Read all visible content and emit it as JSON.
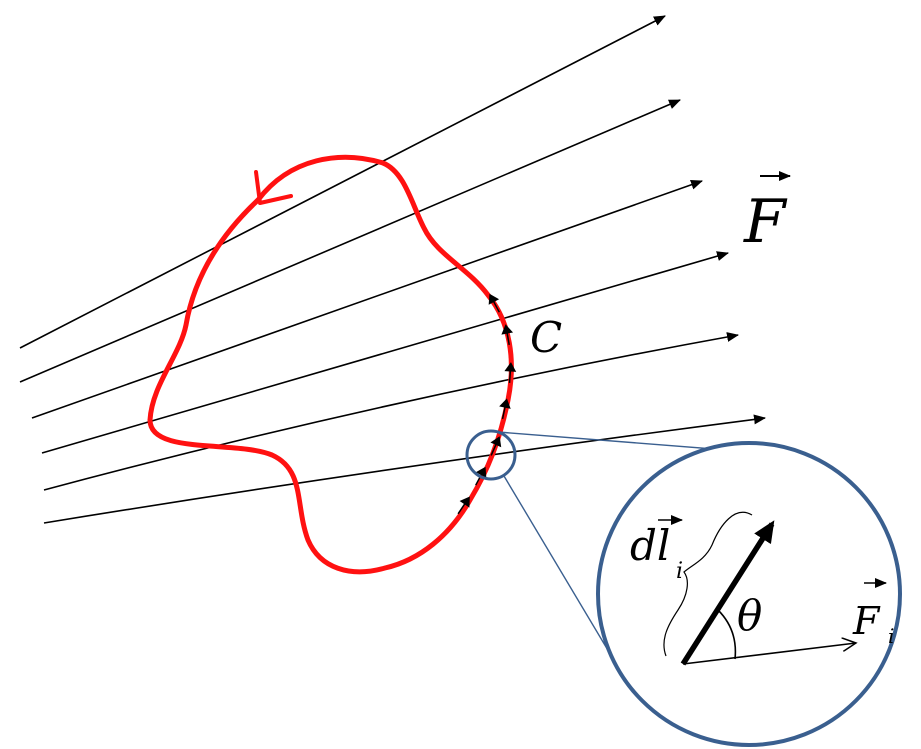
{
  "labels": {
    "field": "F",
    "curve": "C",
    "element": "dl",
    "element_sub": "i",
    "field_i": "F",
    "field_i_sub": "i",
    "angle": "θ"
  },
  "colors": {
    "curve": "#ff1111",
    "lines": "#000000",
    "zoom_circle": "#3a5f8f"
  }
}
